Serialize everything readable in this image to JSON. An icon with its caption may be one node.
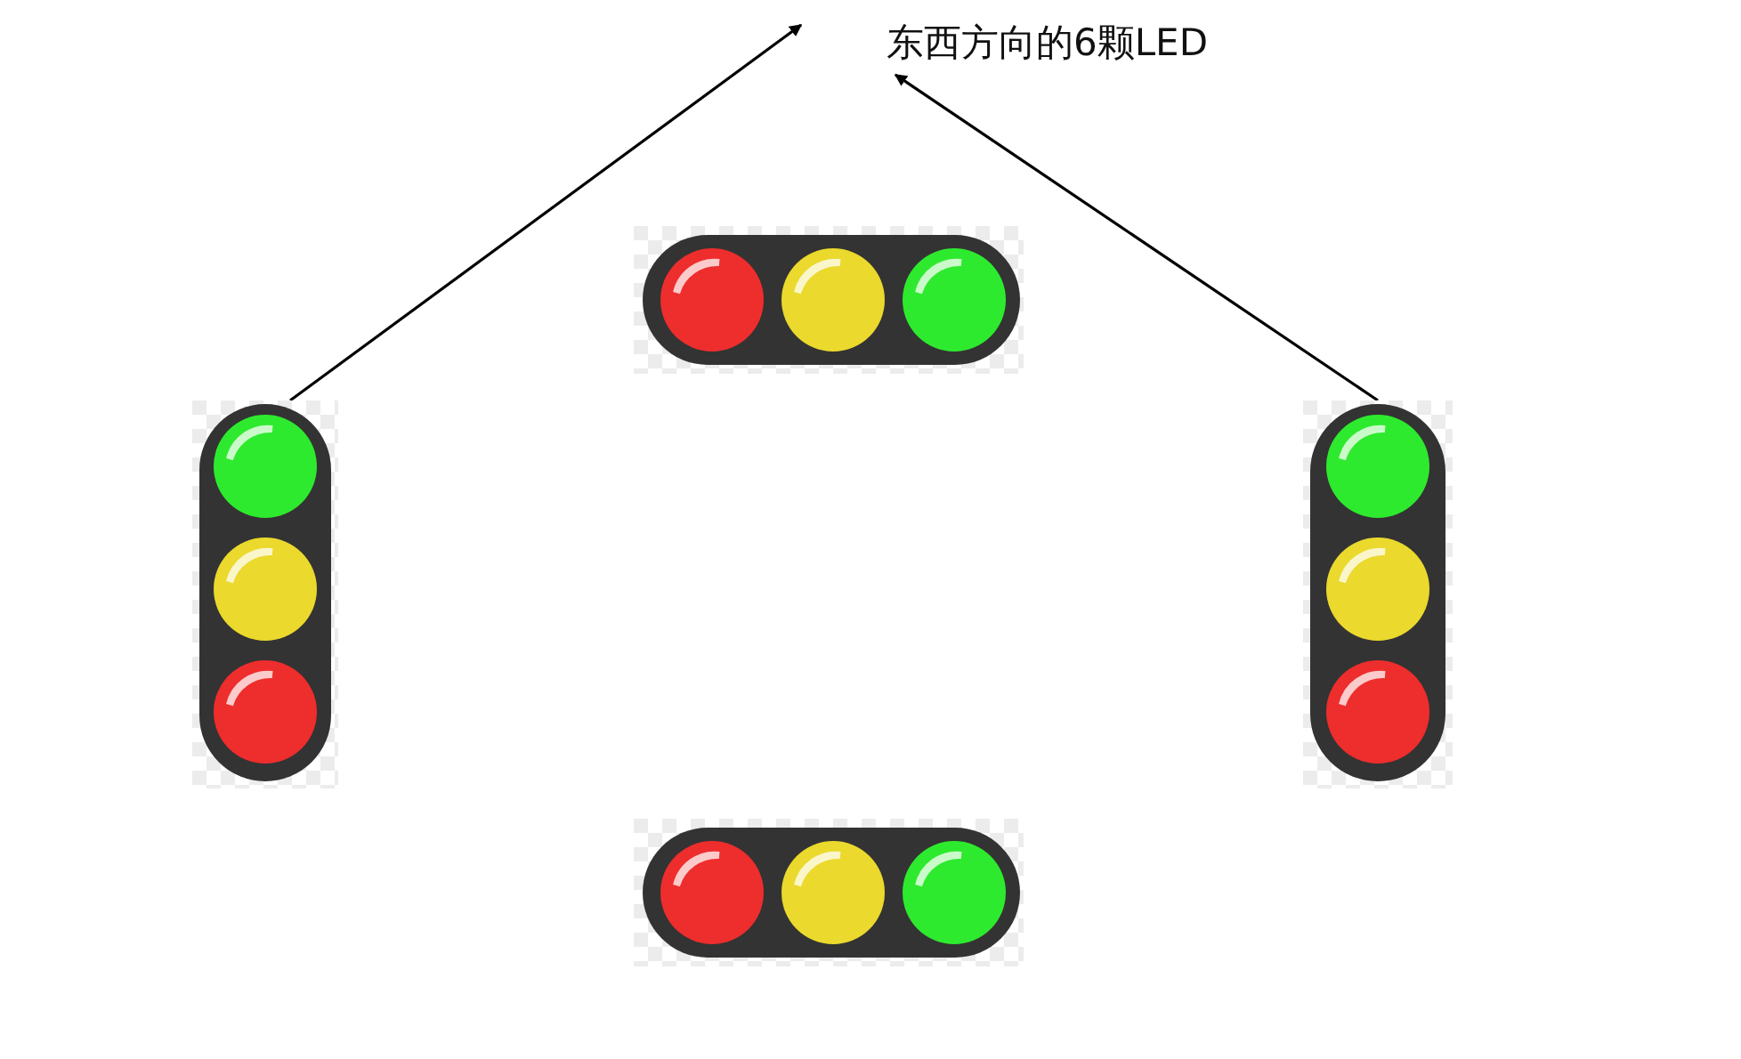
{
  "diagram": {
    "nodes": [
      {
        "text": [
          "东西方向的6颗LED"
        ]
      },
      {
        "text": [],
        "shape": "picture"
      },
      {
        "text": [],
        "shape": "picture"
      },
      {
        "text": [],
        "shape": "picture"
      },
      {
        "text": [],
        "shape": "picture"
      }
    ],
    "edges": [
      {
        "from": 1,
        "to": 0,
        "arrow": "to"
      },
      {
        "from": 4,
        "to": 0,
        "arrow": "to"
      }
    ]
  }
}
